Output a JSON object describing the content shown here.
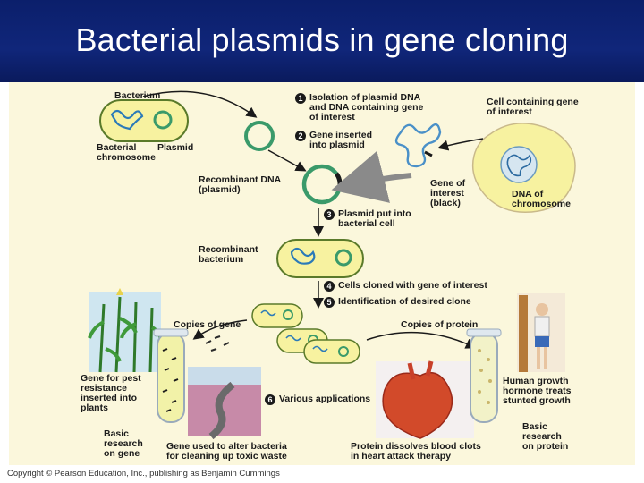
{
  "title": "Bacterial plasmids in gene cloning",
  "labels": {
    "bacterium": "Bacterium",
    "bacterial_chromosome": "Bacterial\nchromosome",
    "plasmid": "Plasmid",
    "cell_containing_gene": "Cell containing gene\nof interest",
    "recombinant_dna": "Recombinant DNA\n(plasmid)",
    "gene_of_interest": "Gene of\ninterest\n(black)",
    "dna_of_chromosome": "DNA of\nchromosome",
    "recombinant_bacterium": "Recombinant\nbacterium",
    "copies_of_gene": "Copies of gene",
    "copies_of_protein": "Copies of protein",
    "gene_for_pest": "Gene for pest\nresistance\ninserted into\nplants",
    "basic_research_gene": "Basic\nresearch\non gene",
    "gene_toxic_waste": "Gene used to alter bacteria\nfor cleaning up toxic waste",
    "protein_blood_clots": "Protein dissolves blood clots\nin heart attack therapy",
    "human_growth": "Human growth\nhormone treats\nstunted growth",
    "basic_research_protein": "Basic\nresearch\non protein"
  },
  "steps": [
    {
      "num": "1",
      "text": "Isolation of plasmid DNA\nand DNA containing gene\nof interest"
    },
    {
      "num": "2",
      "text": "Gene inserted\ninto plasmid"
    },
    {
      "num": "3",
      "text": "Plasmid put into\nbacterial cell"
    },
    {
      "num": "4",
      "text": "Cells cloned with gene of interest"
    },
    {
      "num": "5",
      "text": "Identification of desired clone"
    },
    {
      "num": "6",
      "text": "Various applications"
    }
  ],
  "copyright": "Copyright © Pearson Education, Inc., publishing as Benjamin Cummings",
  "colors": {
    "title_bg": "#10267a",
    "panel_bg": "#fbf7dc",
    "cell_fill": "#f7f2a0",
    "plasmid_green": "#3a9a6a",
    "dna_blue": "#4a90c8",
    "arrow_gray": "#8a8a8a"
  }
}
